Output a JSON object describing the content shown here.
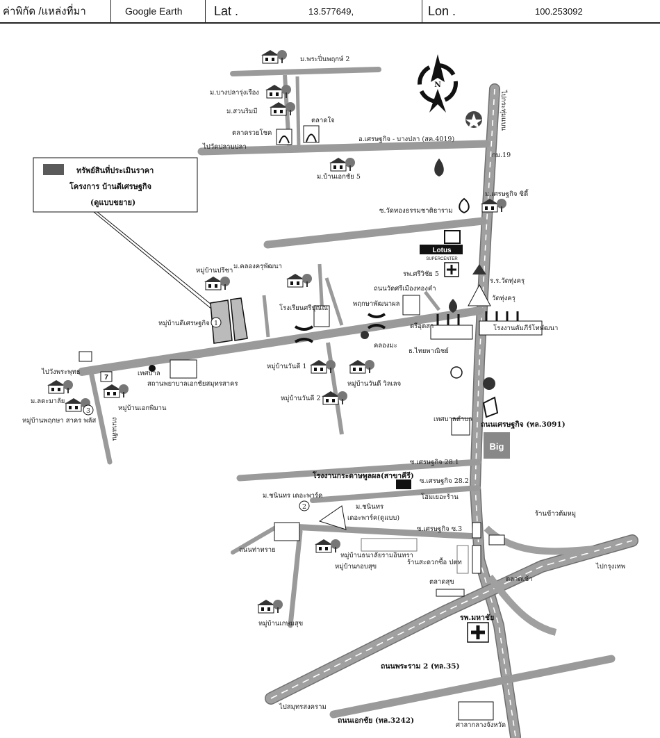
{
  "header": {
    "coord_label": "ค่าพิกัด /แหล่งที่มา",
    "source": "Google Earth",
    "lat_label": "Lat .",
    "lat_value": "13.577649,",
    "lon_label": "Lon .",
    "lon_value": "100.253092"
  },
  "legend": {
    "line1": "ทรัพย์สินที่ประเมินราคา",
    "line2": "โครงการ บ้านดีเศรษฐกิจ",
    "line3": "(ดูแบบขยาย)"
  },
  "labels": {
    "pracha_pruk2": "ม.พระปิ่นพฤกษ์ 2",
    "mueang_pla": "ม.บางปลารุ่งเรือง",
    "suan_rim": "ม.สวนริมมี",
    "talat_ruay": "ตลาดรวยโชค",
    "talat_ying": "ตลาดใจ",
    "to_wat": "ไปวัดปลาบปลา",
    "road4019": "อ.เศรษฐกิจ - บางปลา (สค.4019)",
    "ban_kaew": "ม.บ้านเอกชัย 5",
    "to_krathum": "ไปกระทุ่มแบน",
    "soi_wat": "ซ.วัดทองธรรมชาติธาราม",
    "m_setthakit": "ม.เศรษฐกิจ ซิตี้",
    "lotus": "Lotus",
    "lotus_sub": "SUPERCENTER",
    "m_khlong": "ม.คลองครุพัฒนา",
    "rp_sri": "รพ.ศรีวิชัย 5",
    "school_rr": "ร.ร.วัดทุ่งครุ",
    "wat_tung": "วัดทุ่งครุ",
    "ban_pri": "หมู่บ้านปรีชา",
    "ban_dee": "หมู่บ้านดีเศรษฐกิจ",
    "school_sri": "โรงเรียนศรีปุณณ",
    "thanon_wat": "ถนนวัดศรีเมืองทองคำ",
    "pattana": "พฤกษาพัฒนาผล",
    "kriang": "ตรีอุตสา",
    "klong_ma": "คลองมะ",
    "factory": "โรงงานคัมภีร์โทพัฒนา",
    "bangkok_bank": "ธ.ไทยพาณิชย์",
    "to_krathum2": "ไปวังพระพุทธ",
    "ban_tamsuk": "หมู่บ้านวันดี 1",
    "ban_tamsuk2": "หมู่บ้านวันดี วิลเลจ",
    "ban_tamsuk3": "หมู่บ้านวันดี 2",
    "thetsaban": "เทศบาล",
    "sathan": "สถานพยาบาลเอกชัยสมุทรสาคร",
    "m_kamma": "ม.ลดะมาลัย",
    "ban_ekkarat": "หมู่บ้านเอกพิมาน",
    "ban_phuk": "หมู่บ้านพฤกษา สาคร พลัส",
    "thanon_side": "ถนนเส้น",
    "thanon_setthakit": "ถนนเศรษฐกิจ (ทล.3091)",
    "thetsaban2": "เทศบาลตำบล",
    "soi28_1": "ซ.เศรษฐกิจ 28.1",
    "factory2": "โรงงานกระดาษพูลผล(สาขาคีรี)",
    "soi28_2": "ซ.เศรษฐกิจ 28.2",
    "m_chinnaree": "ม.ชนินทร เดอะพาร์ค",
    "hotel": "โฮมเยอะร้าน",
    "m_chin": "ม.ชนินทร",
    "m_chin_sub": "เดอะพาร์ค(ดูแบบ)",
    "soi_setthakit3": "ซ.เศรษฐกิจ ซ.3",
    "rankhao": "ร้านข้าวต้มหมู",
    "to_bangkok": "ไปกรุงเทพ",
    "thanon_town": "ถนนท่าทราย",
    "ban_ekkarat2": "หมู่บ้านธนาลัยรามอินทรา",
    "ban_ekk3": "หมู่บ้านกอบสุข",
    "mart": "ร้านสะดวกซื้อ ปตท",
    "talat_kra": "ตลาดสุข",
    "talat_kra2": "ตลาดเช้า",
    "ban_kasem": "หมู่บ้านเกษมสุข",
    "rp_mahachai": "รพ.มหาชัย",
    "rama2": "ถนนพระราม 2 (ทล.35)",
    "to_samut": "ไปสมุทรสงคราม",
    "ekkachai": "ถนนเอกชัย (ทล.3242)",
    "city_hall": "ศาลากลางจังหวัด",
    "marker1": "1",
    "marker2": "2",
    "marker3": "3",
    "north": "N",
    "big": "Big",
    "seven": "7",
    "ptt": "ปตท",
    "km": "กม.19"
  },
  "colors": {
    "road": "#9a9a9a",
    "road_edge": "#6f6f6f",
    "dash": "#ffffff",
    "ink": "#111111",
    "legend_box": "#5a5a5a"
  }
}
